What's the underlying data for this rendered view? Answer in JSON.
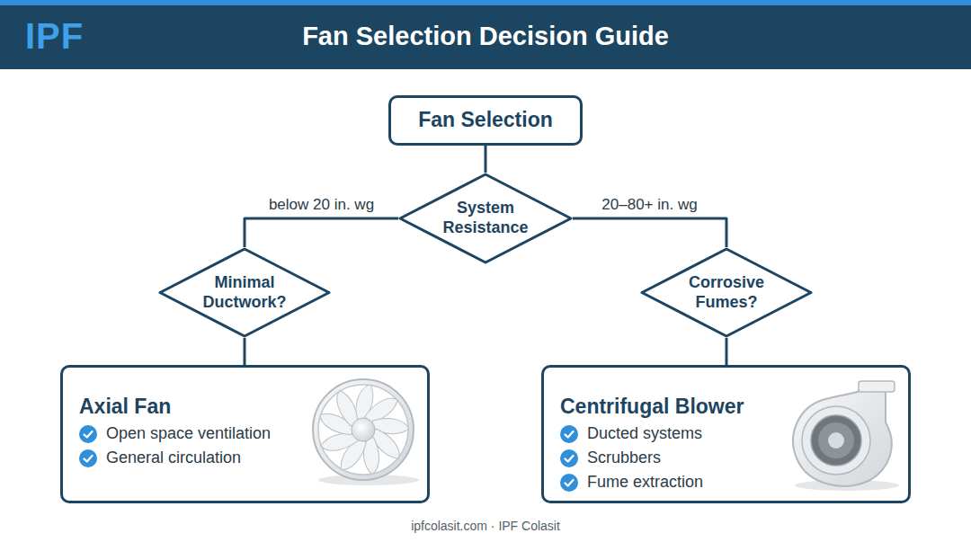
{
  "diagram": {
    "title": "Fan Selection Decision Guide",
    "caption": "ipfcolasit.com · IPF Colasit",
    "nodes": [
      {
        "text": [
          "Fan Selection"
        ]
      },
      {
        "text": [
          "System Resistance"
        ]
      },
      {
        "text": [
          "Minimal Ductwork?"
        ]
      },
      {
        "text": [
          "Corrosive Fumes?"
        ]
      },
      {
        "text": [
          "Axial Fan",
          "Open space ventilation",
          "General circulation"
        ]
      },
      {
        "text": [
          "Centrifugal Blower",
          "Ducted systems",
          "Scrubbers",
          "Fume extraction"
        ]
      }
    ],
    "edges": [
      {
        "from": 0,
        "to": 1,
        "arrow": "none"
      },
      {
        "from": 1,
        "to": 2,
        "label": "below 20 in. wg",
        "arrow": "none"
      },
      {
        "from": 1,
        "to": 3,
        "label": "20–80+ in. wg",
        "arrow": "none"
      },
      {
        "from": 2,
        "to": 4,
        "arrow": "none"
      },
      {
        "from": 3,
        "to": 5,
        "arrow": "none"
      }
    ],
    "labels": [
      "IPF"
    ]
  }
}
